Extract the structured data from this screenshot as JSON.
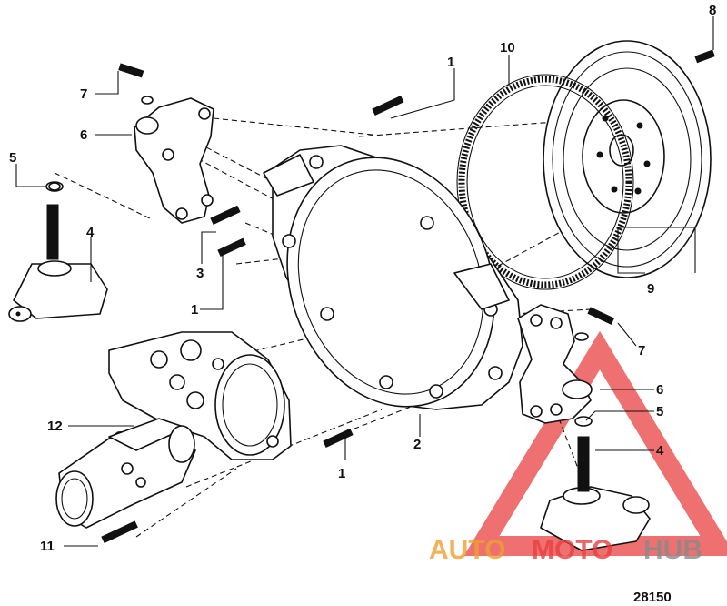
{
  "diagram": {
    "figure_number": "28150",
    "watermark": {
      "part1": "AUTO",
      "part2": "MOTO",
      "part3": "HUB",
      "color_orange": "#f0a030",
      "color_red": "#e84040",
      "color_gray": "#8a8a8a"
    },
    "callouts": {
      "c1_top": "1",
      "c1_left": "1",
      "c1_bottom": "1",
      "c2": "2",
      "c3": "3",
      "c4_left": "4",
      "c4_right": "4",
      "c5_left": "5",
      "c5_right": "5",
      "c6_left": "6",
      "c6_right": "6",
      "c7_left": "7",
      "c7_right": "7",
      "c8": "8",
      "c9": "9",
      "c10": "10",
      "c11": "11",
      "c12": "12"
    }
  }
}
